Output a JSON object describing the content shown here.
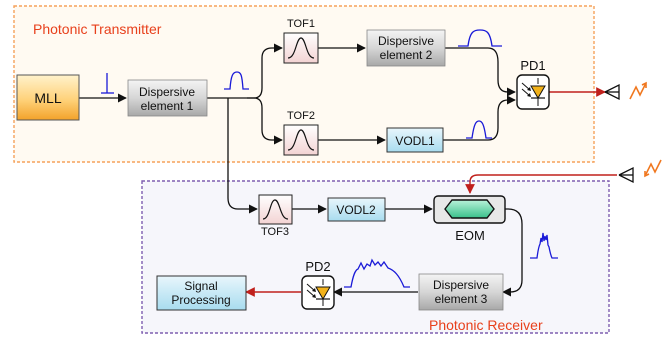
{
  "sections": {
    "transmitter_label": "Photonic Transmitter",
    "receiver_label": "Photonic Receiver"
  },
  "blocks": {
    "mll": "MLL",
    "dispersive1_line1": "Dispersive",
    "dispersive1_line2": "element 1",
    "dispersive2_line1": "Dispersive",
    "dispersive2_line2": "element 2",
    "dispersive3_line1": "Dispersive",
    "dispersive3_line2": "element 3",
    "vodl1": "VODL1",
    "vodl2": "VODL2",
    "signal_line1": "Signal",
    "signal_line2": "Processing"
  },
  "labels": {
    "tof1": "TOF1",
    "tof2": "TOF2",
    "tof3": "TOF3",
    "pd1": "PD1",
    "pd2": "PD2",
    "eom": "EOM"
  },
  "colors": {
    "transmitter_border": "#f5a15a",
    "transmitter_text": "#e8401c",
    "receiver_border": "#7f5fb0",
    "receiver_text": "#e8401c",
    "spectrum": "#1a1ad8",
    "rf_line": "#c0201c",
    "bolt": "#f07820"
  }
}
